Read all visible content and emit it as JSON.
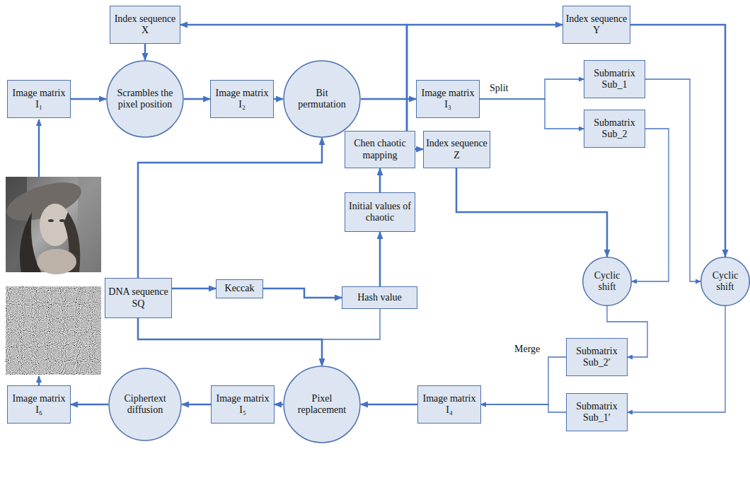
{
  "diagram": {
    "nodes": [
      {
        "text": [
          "Index sequence X"
        ]
      },
      {
        "text": [
          "Index sequence Y"
        ]
      },
      {
        "text": [
          "Image matrix I₁"
        ]
      },
      {
        "text": [
          "Scrambles the pixel position"
        ]
      },
      {
        "text": [
          "Image matrix I₂"
        ]
      },
      {
        "text": [
          "Bit permutation"
        ]
      },
      {
        "text": [
          "Image matrix I₃"
        ]
      },
      {
        "text": [
          "Submatrix Sub_1"
        ]
      },
      {
        "text": [
          "Submatrix Sub_2"
        ]
      },
      {
        "text": [
          "Chen chaotic mapping"
        ]
      },
      {
        "text": [
          "Index sequence Z"
        ]
      },
      {
        "text": [
          "Initial values of chaotic"
        ]
      },
      {
        "text": [
          "DNA sequence SQ"
        ]
      },
      {
        "text": [
          "Keccak"
        ]
      },
      {
        "text": [
          "Hash value"
        ]
      },
      {
        "text": [
          "Cyclic shift"
        ]
      },
      {
        "text": [
          "Cyclic shift"
        ]
      },
      {
        "text": [
          "Submatrix Sub_2′"
        ]
      },
      {
        "text": [
          "Submatrix Sub_1′"
        ]
      },
      {
        "text": [
          "Image matrix I₆"
        ]
      },
      {
        "text": [
          "Ciphertext diffusion"
        ]
      },
      {
        "text": [
          "Image matrix I₅"
        ]
      },
      {
        "text": [
          "Pixel replacement"
        ]
      },
      {
        "text": [
          "Image matrix I₄"
        ]
      }
    ],
    "edges": [
      {
        "from": 0,
        "to": 3,
        "arrow": "to"
      },
      {
        "from": 2,
        "to": 3,
        "arrow": "to"
      },
      {
        "from": 3,
        "to": 4,
        "arrow": "to"
      },
      {
        "from": 4,
        "to": 5,
        "arrow": "to"
      },
      {
        "from": 5,
        "to": 6,
        "arrow": "to"
      },
      {
        "from": 9,
        "to": 0,
        "arrow": "to"
      },
      {
        "from": 9,
        "to": 1,
        "arrow": "to"
      },
      {
        "from": 9,
        "to": 10,
        "arrow": "to"
      },
      {
        "from": 6,
        "to": 7,
        "arrow": "to"
      },
      {
        "from": 6,
        "to": 8,
        "arrow": "to"
      },
      {
        "from": 1,
        "to": 16,
        "arrow": "to"
      },
      {
        "from": 7,
        "to": 16,
        "arrow": "to"
      },
      {
        "from": 8,
        "to": 15,
        "arrow": "to"
      },
      {
        "from": 10,
        "to": 15,
        "arrow": "to"
      },
      {
        "from": 15,
        "to": 17,
        "arrow": "to"
      },
      {
        "from": 16,
        "to": 18,
        "arrow": "to"
      },
      {
        "from": 17,
        "to": 23,
        "arrow": "to"
      },
      {
        "from": 18,
        "to": 23,
        "arrow": "to"
      },
      {
        "from": 23,
        "to": 22,
        "arrow": "to"
      },
      {
        "from": 22,
        "to": 21,
        "arrow": "to"
      },
      {
        "from": 21,
        "to": 20,
        "arrow": "to"
      },
      {
        "from": 20,
        "to": 19,
        "arrow": "to"
      },
      {
        "from": 12,
        "to": 5,
        "arrow": "to"
      },
      {
        "from": 12,
        "to": 13,
        "arrow": "to"
      },
      {
        "from": 13,
        "to": 14,
        "arrow": "to"
      },
      {
        "from": 14,
        "to": 11,
        "arrow": "to"
      },
      {
        "from": 11,
        "to": 9,
        "arrow": "to"
      },
      {
        "from": 12,
        "to": 22,
        "arrow": "to"
      },
      {
        "from": 14,
        "to": 22,
        "arrow": "to"
      }
    ],
    "labels": [
      "Split",
      "Merge"
    ]
  }
}
